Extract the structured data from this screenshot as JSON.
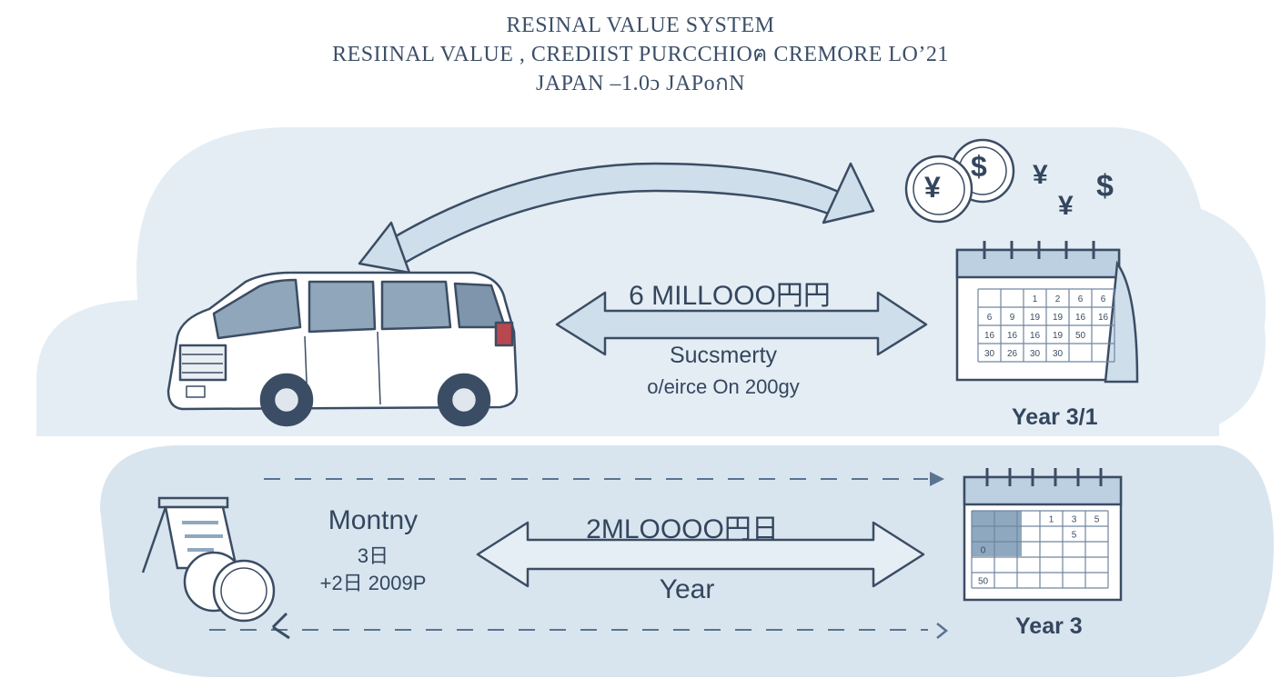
{
  "title": {
    "line1": "RESINAL VALUE SYSTEM",
    "line2": "RESIINAL VALUE , CREDIIST PURCCHIOฅ CREMORE LO’21",
    "line3": "JAPAN –1.0ɔ JAPoกN"
  },
  "upper": {
    "amount": "6 MILLOOO円円",
    "caption1": "Sucsmerty",
    "caption2": "o/eirce On 200gy",
    "year": "Year 3/1",
    "currency_symbols": [
      "¥",
      "$",
      "¥",
      "¥",
      "$"
    ]
  },
  "lower": {
    "monthly_title": "Montny",
    "monthly_line2": "3日",
    "monthly_line3": "+2日 2009P",
    "amount": "2MLOOOO円日",
    "caption": "Year",
    "year": "Year 3"
  },
  "calendar_top": {
    "rows": [
      [
        "",
        "",
        "1",
        "2",
        "6",
        "6"
      ],
      [
        "6",
        "9",
        "19",
        "19",
        "16",
        "16"
      ],
      [
        "16",
        "16",
        "16",
        "19",
        "50",
        ""
      ],
      [
        "30",
        "26",
        "30",
        "30",
        "",
        ""
      ]
    ]
  },
  "calendar_bottom": {
    "rows": [
      [
        "",
        "",
        "",
        "1",
        "3",
        "5"
      ],
      [
        "",
        "",
        "",
        "",
        "5",
        ""
      ],
      [
        "0",
        "",
        "",
        "",
        "",
        ""
      ],
      [
        "",
        "",
        "",
        "",
        "",
        ""
      ],
      [
        "50",
        "",
        "",
        "",
        "",
        ""
      ]
    ]
  },
  "colors": {
    "cloud_outer": "#e4edf4",
    "cloud_inner": "#d3e2ee",
    "arrow_fill": "#cfdeeb",
    "ink": "#3b4d64"
  }
}
